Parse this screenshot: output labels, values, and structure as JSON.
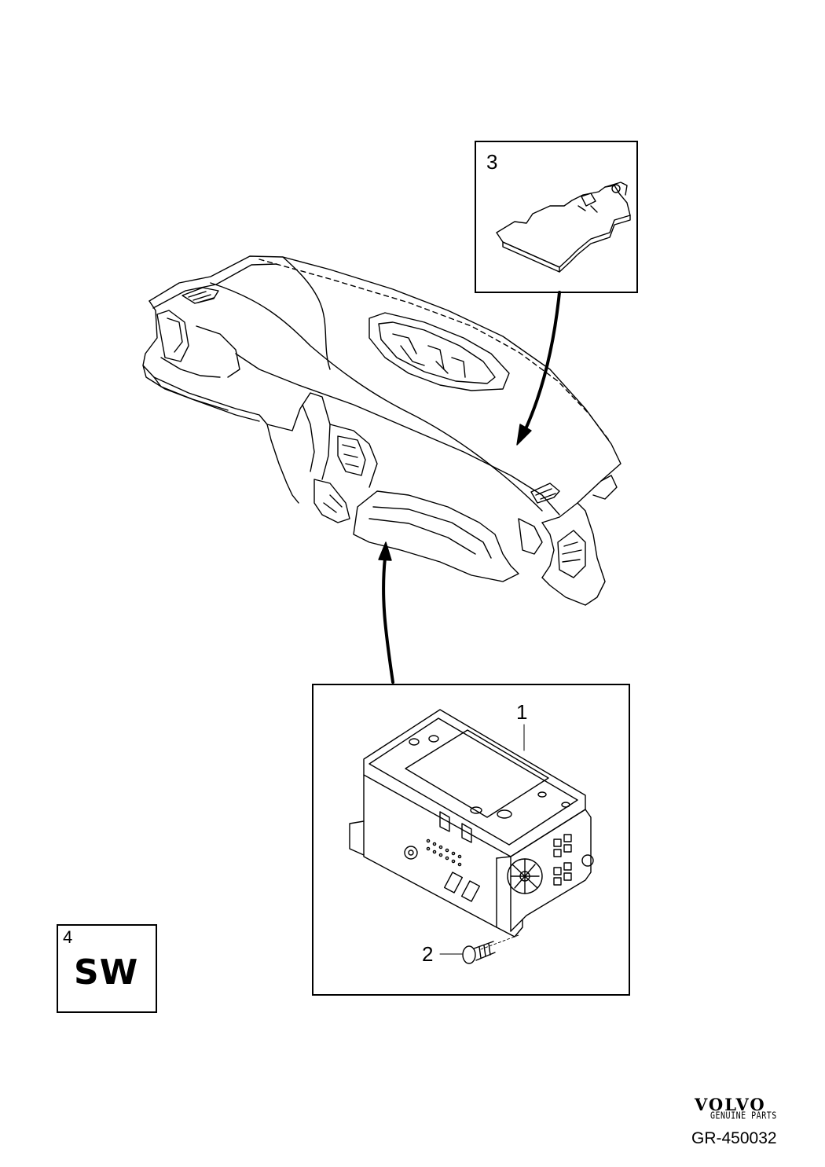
{
  "callouts": {
    "part_1": "1",
    "part_2": "2",
    "part_3": "3",
    "part_4": "4"
  },
  "software_label": "SW",
  "brand": {
    "name": "VOLVO",
    "subtitle": "GENUINE PARTS"
  },
  "reference_code": "GR-450032"
}
